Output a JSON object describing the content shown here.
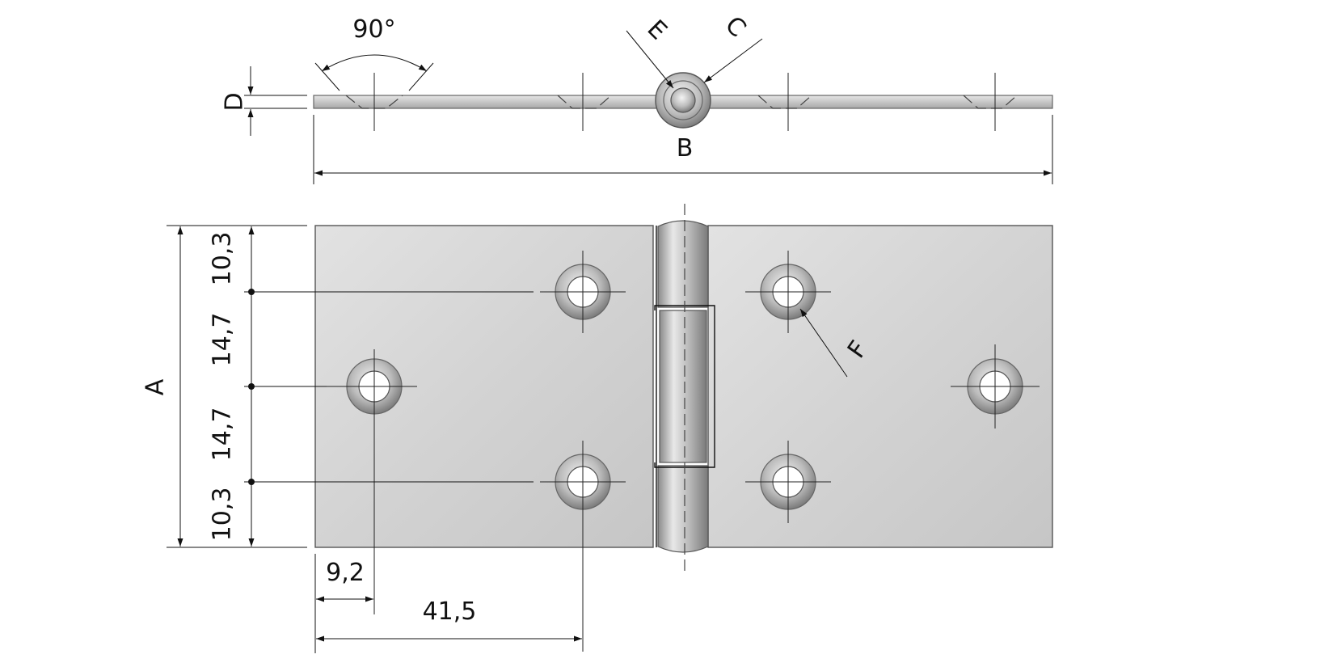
{
  "drawing": {
    "labels": {
      "angle": "90°",
      "thickness": "D",
      "pin_diameter": "E",
      "knuckle_diameter": "C",
      "open_width": "B",
      "height": "A",
      "hole_diameter": "F",
      "top_edge_to_hole": "10,3",
      "upper_hole_spacing": "14,7",
      "lower_hole_spacing": "14,7",
      "bottom_edge_to_hole": "10,3",
      "outer_hole_offset": "9,2",
      "inner_hole_offset": "41,5"
    }
  }
}
